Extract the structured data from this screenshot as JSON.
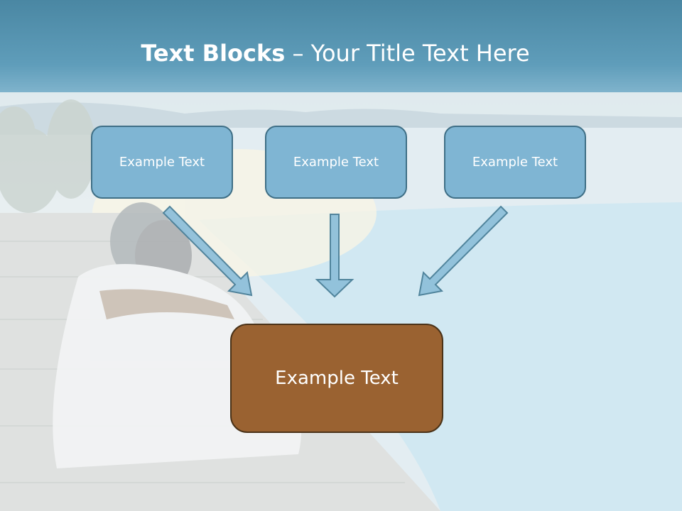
{
  "title": {
    "bold": "Text Blocks",
    "separator": " – ",
    "rest": "Your Title Text Here"
  },
  "top_boxes": [
    "Example Text",
    "Example Text",
    "Example Text"
  ],
  "bottom_box": "Example Text",
  "colors": {
    "title_bar": "#5f9dba",
    "small_box_fill": "#7fb5d3",
    "small_box_border": "#3f6f86",
    "big_box_fill": "#9a6231",
    "big_box_border": "#4a3218",
    "arrow_fill": "#8fc0da",
    "arrow_stroke": "#4a7f98"
  }
}
